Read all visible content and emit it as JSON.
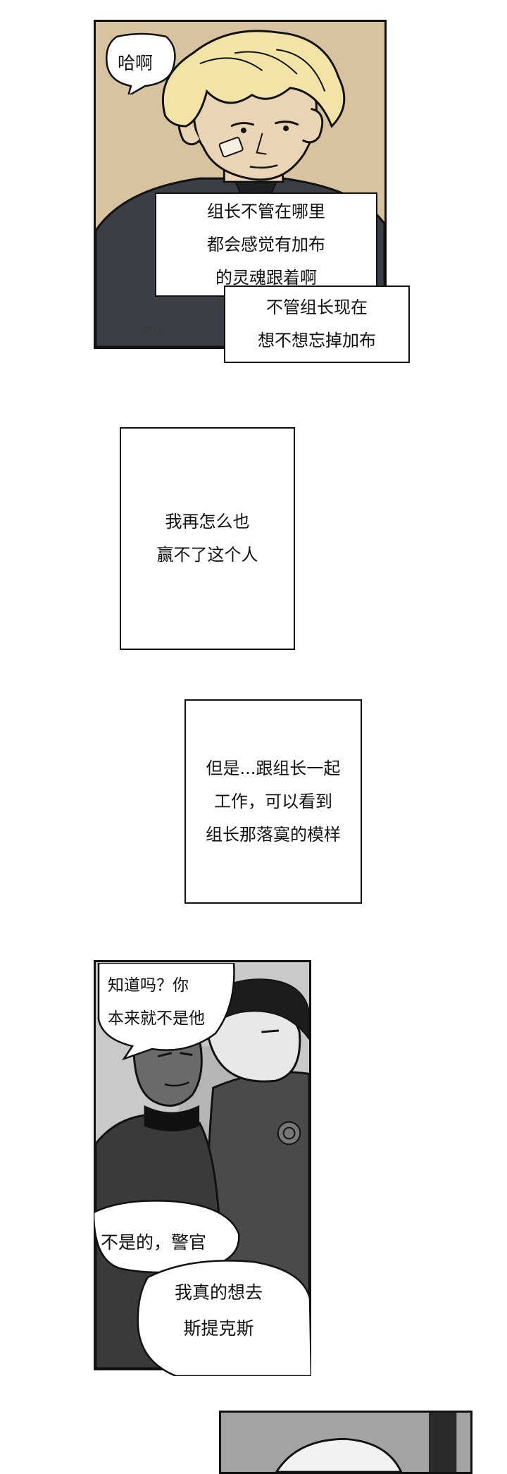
{
  "panel1": {
    "bubble": "哈啊",
    "caption_a": [
      "组长不管在哪里",
      "都会感觉有加布",
      "的灵魂跟着啊"
    ],
    "caption_b": [
      "不管组长现在",
      "想不想忘掉加布"
    ],
    "jacket_text": "DALEY",
    "colors": {
      "background": "#d8c3a1",
      "hair": "#f2e4a6",
      "skin": "#e9d4b5",
      "jacket": "#3b3e44"
    }
  },
  "narration1": [
    "我再怎么也",
    "赢不了这个人"
  ],
  "narration2": [
    "但是...跟组长一起",
    "工作，可以看到",
    "组长那落寞的模样"
  ],
  "panel2": {
    "bubble_top": [
      "知道吗？你",
      "本来就不是他"
    ],
    "bubble_mid": "不是的，警官",
    "bubble_bottom": [
      "我真的想去",
      "斯提克斯"
    ]
  }
}
